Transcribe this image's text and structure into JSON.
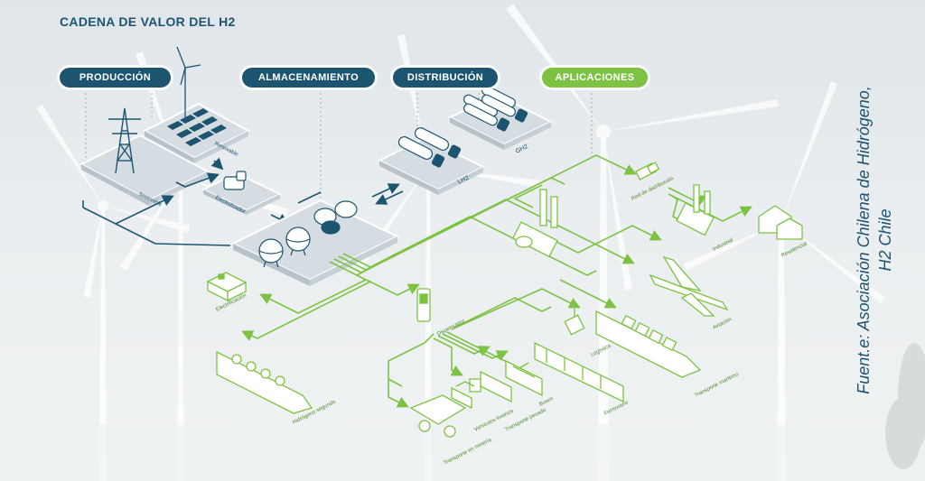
{
  "title": "CADENA DE VALOR DEL H2",
  "stages": {
    "produccion": "PRODUCCIÓN",
    "almacenamiento": "ALMACENAMIENTO",
    "distribucion": "DISTRIBUCIÓN",
    "aplicaciones": "APLICACIONES"
  },
  "nodes": {
    "sostenible": "Sostenible",
    "renovable": "Renovable",
    "electrolizador": "Electrolizador",
    "lh2": "LH2",
    "gh2": "GH2",
    "red_distribucion": "Red de distribución",
    "industrial": "Industrial",
    "residencial": "Residencial",
    "electrificacion": "Electrificación",
    "dispensador": "Dispensador",
    "aviacion": "Aviación",
    "logistica": "Logística",
    "transporte_maritimo": "Transporte marítimo",
    "ferroviario": "Ferroviario",
    "buses": "Buses",
    "transporte_pesado": "Transporte pesado",
    "vehiculos_livianos": "Vehículos livianos",
    "transporte_mineria": "Transporte en minería",
    "hidrogeno_segundo": "Hidrógeno segundo"
  },
  "source": {
    "line1": "Fuent.e: Asociación Chilena de Hidrógeno,",
    "line2": "H2 Chile"
  },
  "colors": {
    "navy": "#1d5470",
    "green": "#7dc243",
    "platform": "#d6dde2",
    "platform_dark": "#b7c3cb"
  }
}
